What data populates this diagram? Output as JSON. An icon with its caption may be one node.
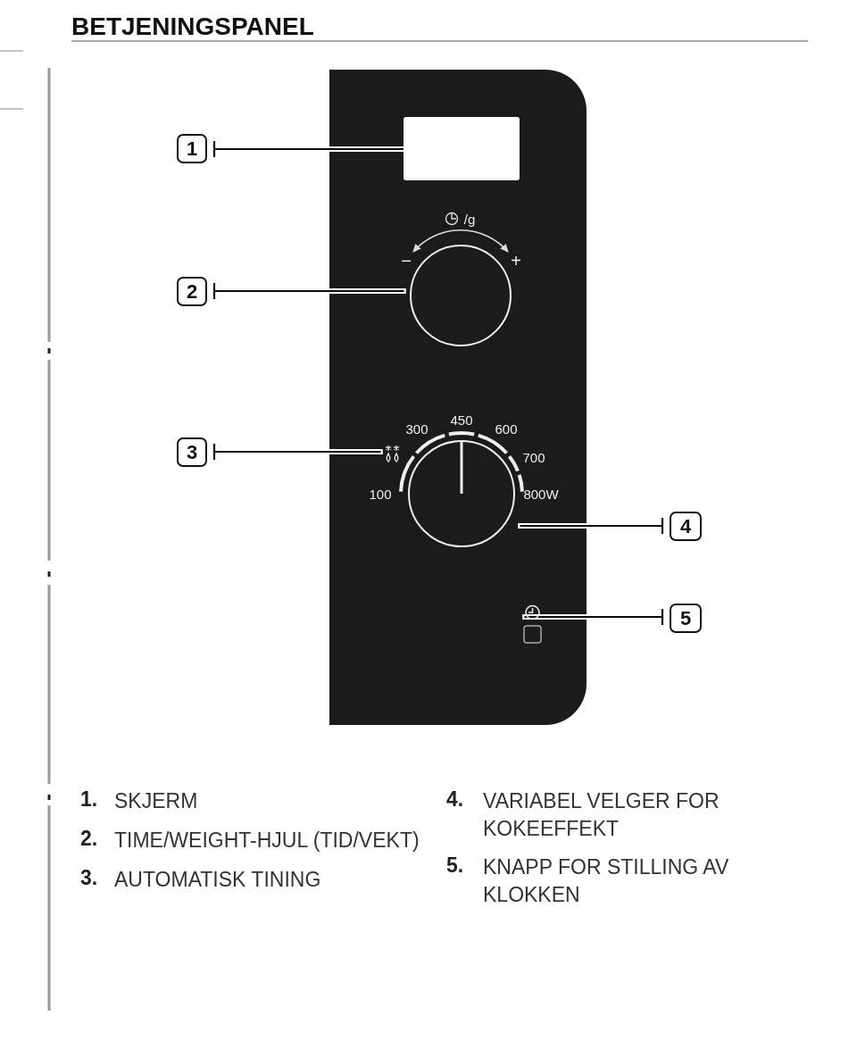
{
  "diagram": {
    "title": "BETJENINGSPANEL",
    "nodes": [
      {
        "text": [
          "1"
        ]
      },
      {
        "text": [],
        "shape": "box"
      },
      {
        "text": [
          "2"
        ]
      },
      {
        "text": [],
        "shape": "circle"
      },
      {
        "text": [
          "3"
        ]
      },
      {
        "text": [],
        "shape": "icon"
      },
      {
        "text": [],
        "shape": "circle"
      },
      {
        "text": [
          "4"
        ]
      },
      {
        "text": [
          "5"
        ]
      },
      {
        "text": [],
        "shape": "icon"
      }
    ],
    "edges": [
      {
        "from": 0,
        "to": 1,
        "arrow": "other"
      },
      {
        "from": 2,
        "to": 3,
        "arrow": "other"
      },
      {
        "from": 4,
        "to": 5,
        "arrow": "other"
      },
      {
        "from": 7,
        "to": 6,
        "arrow": "other"
      },
      {
        "from": 8,
        "to": 9,
        "arrow": "other"
      }
    ],
    "labels": [
      "/g",
      "−",
      "+",
      "450",
      "300",
      "600",
      "700",
      "100",
      "800W",
      "1.",
      "SKJERM",
      "2.",
      "TIME/WEIGHT-HJUL (TID/VEKT)",
      "3.",
      "AUTOMATISK TINING",
      "4.",
      "VARIABEL VELGER FOR KOKEEFFEKT",
      "5.",
      "KNAPP FOR STILLING AV KLOKKEN"
    ]
  }
}
